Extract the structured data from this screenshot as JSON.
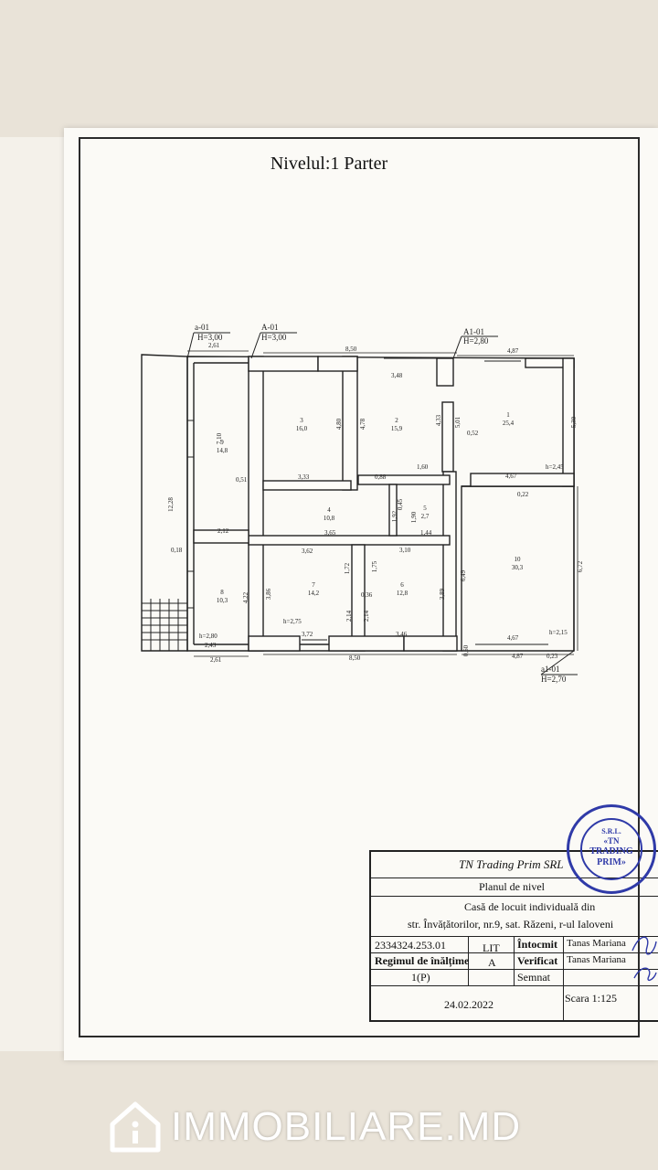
{
  "plan": {
    "title": "Nivelul:1 Parter",
    "section_marks": [
      {
        "id": "a-01",
        "height": "H=3,00"
      },
      {
        "id": "A-01",
        "height": "H=3,00"
      },
      {
        "id": "A1-01",
        "height": "H=2,80"
      },
      {
        "id": "a1-01",
        "height": "H=2,70"
      }
    ],
    "rooms": [
      {
        "num": "1",
        "area": "25,4"
      },
      {
        "num": "2",
        "area": "15,9"
      },
      {
        "num": "3",
        "area": "16,0"
      },
      {
        "num": "4",
        "area": "10,8"
      },
      {
        "num": "5",
        "area": "2,7"
      },
      {
        "num": "6",
        "area": "12,8"
      },
      {
        "num": "7",
        "area": "14,2"
      },
      {
        "num": "8",
        "area": "10,3"
      },
      {
        "num": "9",
        "area": "14,8"
      },
      {
        "num": "10",
        "area": "30,3"
      }
    ],
    "dims": {
      "top_a": "2,61",
      "top_b": "8,50",
      "top_c": "4,87",
      "r2_w": "3,48",
      "h9": "7,10",
      "h_left": "12,28",
      "h3": "4,80",
      "h3b": "4,78",
      "h2": "4,33",
      "h2b": "5,01",
      "h1": "5,30",
      "d052": "0,52",
      "d051": "0,51",
      "d333": "3,33",
      "d088": "0,88",
      "d160": "1,60",
      "d467a": "4,67",
      "d022": "0,22",
      "d045": "0,45",
      "d192": "1,92",
      "d190": "1,90",
      "d144": "1,44",
      "d212": "2,12",
      "d365": "3,65",
      "d018": "0,18",
      "d362": "3,62",
      "d310": "3,10",
      "d649": "6,49",
      "d672": "6,72",
      "d172": "1,72",
      "d175": "1,75",
      "d422": "4,22",
      "d386": "3,86",
      "d036": "0,36",
      "d389": "3,89",
      "d214a": "2,14",
      "d214b": "2,14",
      "d372": "3,72",
      "d346": "3,46",
      "d243": "2,43",
      "d261b": "2,61",
      "d850b": "8,50",
      "d467b": "4,67",
      "d487b": "4,87",
      "d023": "0,23",
      "d060": "0,60",
      "h245": "h=2,45",
      "h275": "h=2,75",
      "h280": "h=2,80",
      "h215": "h=2,15"
    }
  },
  "title_block": {
    "company": "TN Trading Prim SRL",
    "doc_type": "Planul de nivel",
    "object_line1": "Casă de locuit individuală din",
    "object_line2": "str. Învățătorilor, nr.9, sat. Răzeni,  r-ul Ialoveni",
    "cadastral": "2334324.253.01",
    "regime_label": "Regimul de înălțime",
    "regime_value": "1(P)",
    "lit_label": "LIT",
    "lit_value": "A",
    "drawn_label": "Întocmit",
    "drawn_name": "Tanas Mariana",
    "checked_label": "Verificat",
    "checked_name": "Tanas Mariana",
    "signed_label": "Semnat",
    "date": "24.02.2022",
    "scale": "Scara 1:125"
  },
  "stamp": {
    "top": "S.R.L.",
    "mid1": "«TN",
    "mid2": "TRADING",
    "mid3": "PRIM»"
  },
  "brand": {
    "name": "IMMOBILIARE.MD",
    "icon": "house-icon"
  }
}
